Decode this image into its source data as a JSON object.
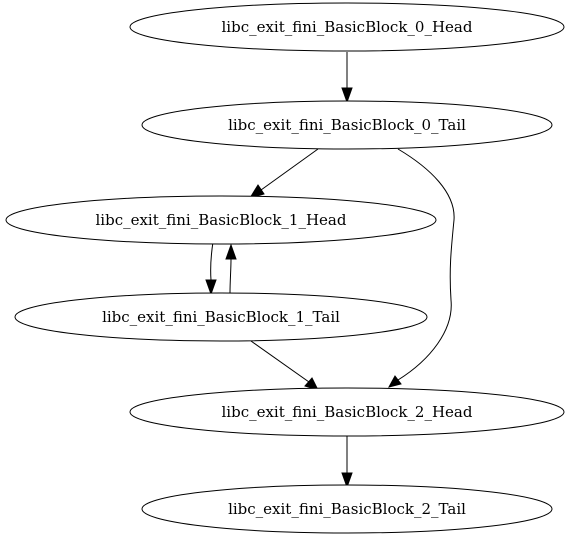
{
  "graph": {
    "nodes": [
      {
        "id": "b0_head",
        "label": "libc_exit_fini_BasicBlock_0_Head"
      },
      {
        "id": "b0_tail",
        "label": "libc_exit_fini_BasicBlock_0_Tail"
      },
      {
        "id": "b1_head",
        "label": "libc_exit_fini_BasicBlock_1_Head"
      },
      {
        "id": "b1_tail",
        "label": "libc_exit_fini_BasicBlock_1_Tail"
      },
      {
        "id": "b2_head",
        "label": "libc_exit_fini_BasicBlock_2_Head"
      },
      {
        "id": "b2_tail",
        "label": "libc_exit_fini_BasicBlock_2_Tail"
      }
    ],
    "edges": [
      {
        "from": "b0_head",
        "to": "b0_tail"
      },
      {
        "from": "b0_tail",
        "to": "b1_head"
      },
      {
        "from": "b0_tail",
        "to": "b2_head"
      },
      {
        "from": "b1_head",
        "to": "b1_tail"
      },
      {
        "from": "b1_tail",
        "to": "b1_head"
      },
      {
        "from": "b1_tail",
        "to": "b2_head"
      },
      {
        "from": "b2_head",
        "to": "b2_tail"
      }
    ]
  }
}
